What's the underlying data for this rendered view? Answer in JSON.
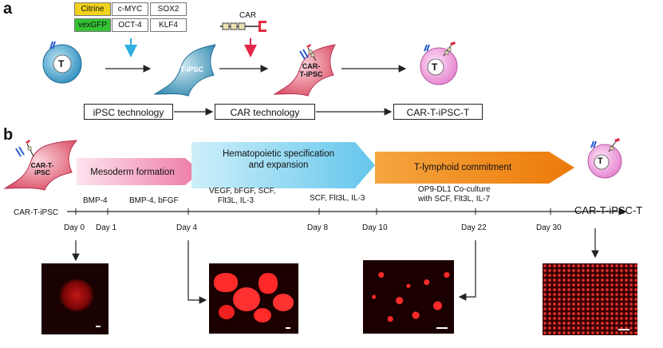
{
  "panel_a": {
    "label": "a",
    "genes": {
      "citrine": "Citrine",
      "cmyc": "c-MYC",
      "sox2": "SOX2",
      "vexgfp": "vexGFP",
      "oct4": "OCT-4",
      "klf4": "KLF4"
    },
    "car_label": "CAR",
    "cells": {
      "t_cell": "T",
      "t_ipsc": "T-iPSC",
      "car_t_ipsc": "CAR-T-iPSC",
      "car_t_cell": "T"
    },
    "tech": {
      "ipsc": "iPSC technology",
      "car": "CAR technology",
      "result": "CAR-T-iPSC-T"
    }
  },
  "panel_b": {
    "label": "b",
    "start_cell": "CAR-T-iPSC",
    "start_label": "CAR-T-iPSC",
    "stages": {
      "mesoderm": "Mesoderm formation",
      "hematopoietic_1": "Hematopoietic specification",
      "hematopoietic_2": "and expansion",
      "lymphoid": "T-lymphoid commitment"
    },
    "end_cell": "T",
    "notes": {
      "bmp4": "BMP-4",
      "bmp4_bfgf": "BMP-4, bFGF",
      "vegf_1": "VEGF, bFGF, SCF,",
      "vegf_2": "Flt3L, IL-3",
      "scf": "SCF, Flt3L, IL-3",
      "op9_1": "OP9-DL1 Co-culture",
      "op9_2": "with SCF, Flt3L, IL-7"
    },
    "result_label": "CAR-T-iPSC-T",
    "days": [
      "Day 0",
      "Day 1",
      "Day 4",
      "Day 8",
      "Day 10",
      "Day 22",
      "Day 30"
    ]
  },
  "colors": {
    "citrine": "#f2d21a",
    "vexgfp": "#33c233",
    "t_cell": "#4aa6cf",
    "ipsc": "#3f97b8",
    "car_ipsc": "#e9637a",
    "car_t_cell": "#f09bdc",
    "mesoderm": "#f28ab0",
    "hematopoietic": "#8fd7f0",
    "lymphoid": "#f08a14",
    "blue_arrow": "#2fb0e0",
    "red_arrow": "#e2284a"
  }
}
